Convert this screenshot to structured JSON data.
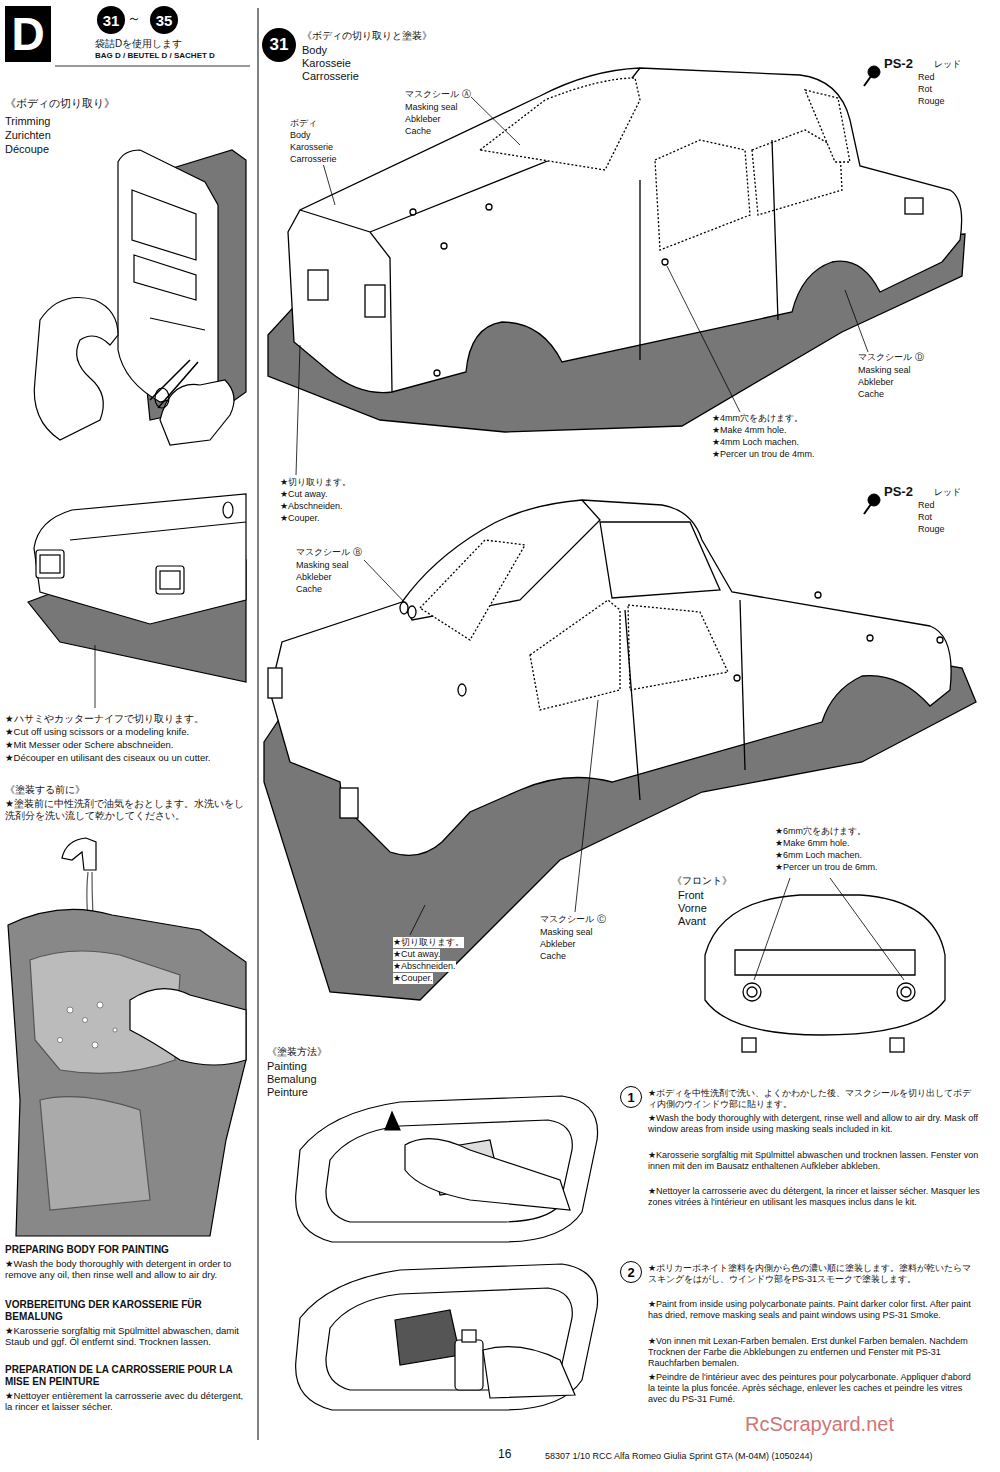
{
  "diagram": {
    "nodes": [
      {
        "text": [
          "D"
        ]
      },
      {
        "text": [
          "31"
        ]
      },
      {
        "text": [
          "35"
        ]
      },
      {
        "text": [
          "31"
        ]
      },
      {
        "text": [
          "1"
        ]
      },
      {
        "text": [
          "2"
        ]
      }
    ],
    "labels": [
      "袋詰Dを使用します",
      "BAG D / BEUTEL D / SACHET D",
      "《ボディの切り取り》",
      "Trimming",
      "Zurichten",
      "Découpe",
      "★ハサミやカッターナイフで切り取ります。",
      "★Cut off using scissors or a modeling knife.",
      "★Mit Messer oder Schere abschneiden.",
      "★Découper en utilisant des ciseaux ou un cutter.",
      "《塗装する前に》",
      "★塗装前に中性洗剤で油気をおとします。水洗いをし洗剤分を洗い流して乾かしてください。",
      "PREPARING BODY FOR PAINTING",
      "★Wash the body thoroughly with detergent in order to remove any oil, then rinse well and allow to air dry.",
      "VORBEREITUNG DER KAROSSERIE FÜR BEMALUNG",
      "★Karosserie sorgfältig mit Spülmittel abwaschen, damit Staub und ggf. Öl entfernt sind. Trocknen lassen.",
      "PREPARATION DE LA CARROSSERIE POUR LA MISE EN PEINTURE",
      "★Nettoyer entièrement la carrosserie avec du détergent, la rincer et laisser sécher.",
      "《ボディの切り取りと塗装》",
      "Body",
      "Karosseie",
      "Carrosserie",
      "PS-2",
      "レッド",
      "Red",
      "Rot",
      "Rouge",
      "マスクシール Ⓐ",
      "Masking seal",
      "Abkleber",
      "Cache",
      "ボディ",
      "Body",
      "Karosserie",
      "Carrosserie",
      "マスクシール Ⓓ",
      "Masking seal",
      "Abkleber",
      "Cache",
      "★4mm穴をあけます。",
      "★Make 4mm hole.",
      "★4mm Loch machen.",
      "★Percer un trou de 4mm.",
      "★切り取ります。",
      "★Cut away.",
      "★Abschneiden.",
      "★Couper.",
      "PS-2",
      "レッド",
      "Red",
      "Rot",
      "Rouge",
      "マスクシール Ⓑ",
      "Masking seal",
      "Abkleber",
      "Cache",
      "★6mm穴をあけます。",
      "★Make 6mm hole.",
      "★6mm Loch machen.",
      "★Percer un trou de 6mm.",
      "《フロント》",
      "Front",
      "Vorne",
      "Avant",
      "マスクシール Ⓒ",
      "Masking seal",
      "Abkleber",
      "Cache",
      "★切り取ります。",
      "★Cut away.",
      "★Abschneiden.",
      "★Couper.",
      "《塗装方法》",
      "Painting",
      "Bemalung",
      "Peinture",
      "★ボディを中性洗剤で洗い、よくかわかした後、マスクシールを切り出してボディ内側のウインドウ部に貼ります。",
      "★Wash the body thoroughly with detergent, rinse well and allow to air dry. Mask off window areas from inside using masking seals included in kit.",
      "★Karosserie sorgfältig mit Spülmittel abwaschen und trocknen lassen. Fenster von innen mit den im Bausatz enthaltenen Aufkleber abkleben.",
      "★Nettoyer la carrosserie avec du détergent, la rincer et laisser sécher. Masquer les zones vitrées à l'intérieur en utilisant les masques inclus dans le kit.",
      "★ポリカーボネイト塗料を内側から色の濃い順に塗装します。塗料が乾いたらマスキングをはがし、ウインドウ部をPS-31スモークで塗装します。",
      "★Paint from inside using polycarbonate paints. Paint darker color first. After paint has dried, remove masking seals and paint windows using PS-31 Smoke.",
      "★Von innen mit Lexan-Farben bemalen. Erst dunkel Farben bemalen. Nachdem Trocknen der Farbe die Abklebungen zu entfernen und Fenster mit PS-31 Rauchfarben bemalen.",
      "★Peindre de l'intérieur avec des peintures pour polycarbonate. Appliquer d'abord la teinte la plus foncée. Après séchage, enlever les caches et peindre les vitres avec du PS-31 Fumé.",
      "16",
      "58307 1/10 RCC Alfa Romeo Giulia Sprint GTA (M-04M) (1050244)",
      "RcScrapyard.net",
      "～"
    ]
  }
}
